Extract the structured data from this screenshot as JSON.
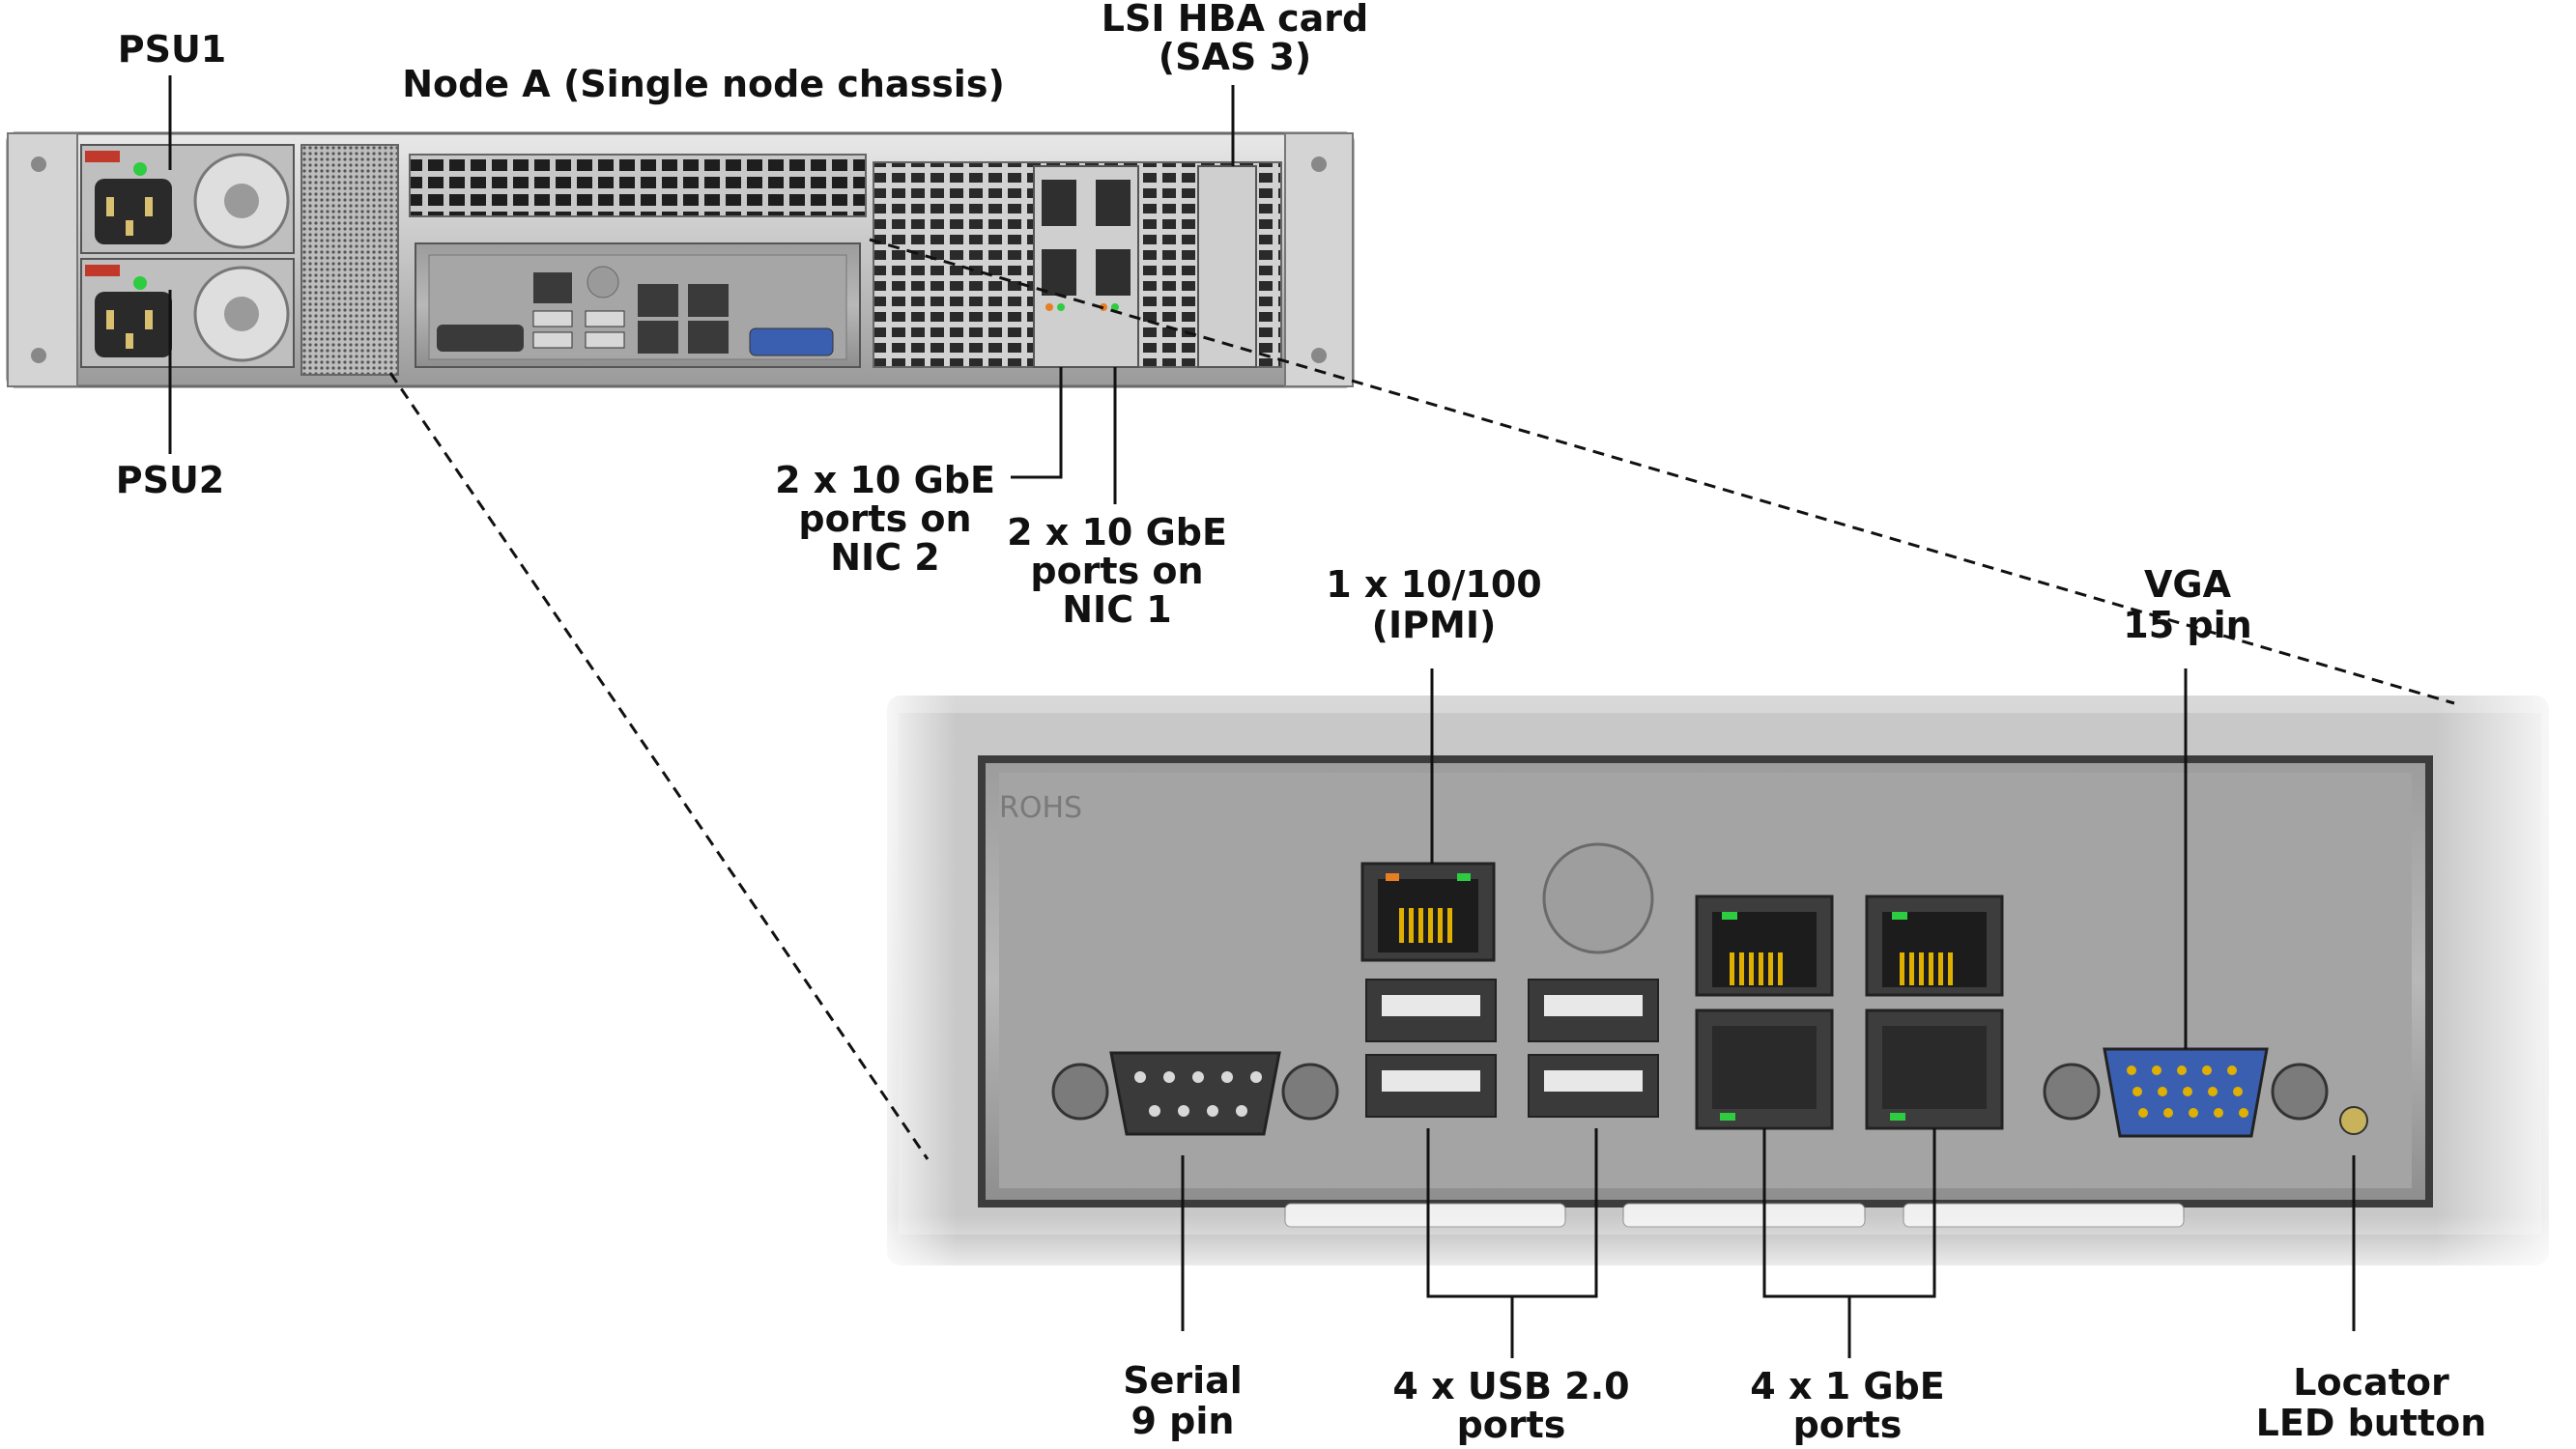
{
  "labels": {
    "psu1": "PSU1",
    "psu2": "PSU2",
    "node_title": "Node A (Single node chassis)",
    "hba_line1": "LSI HBA card",
    "hba_line2": "(SAS 3)",
    "nic2_line1": "2 x 10 GbE",
    "nic2_line2": "ports on",
    "nic2_line3": "NIC 2",
    "nic1_line1": "2 x 10 GbE",
    "nic1_line2": "ports on",
    "nic1_line3": "NIC 1",
    "ipmi_line1": "1 x 10/100",
    "ipmi_line2": "(IPMI)",
    "vga_line1": "VGA",
    "vga_line2": "15 pin",
    "serial_line1": "Serial",
    "serial_line2": "9 pin",
    "usb_line1": "4 x USB 2.0",
    "usb_line2": "ports",
    "gbe_line1": "4 x 1 GbE",
    "gbe_line2": "ports",
    "locator_line1": "Locator",
    "locator_line2": "LED button"
  },
  "panel_marking": "ROHS",
  "colors": {
    "label_text": "#111111",
    "chassis_metal": "#c9c9c9",
    "io_panel": "#a9a9a9",
    "vga_blue": "#3a5fb0",
    "rj45_pins": "#e0b000",
    "status_led": "#2ecc40"
  }
}
